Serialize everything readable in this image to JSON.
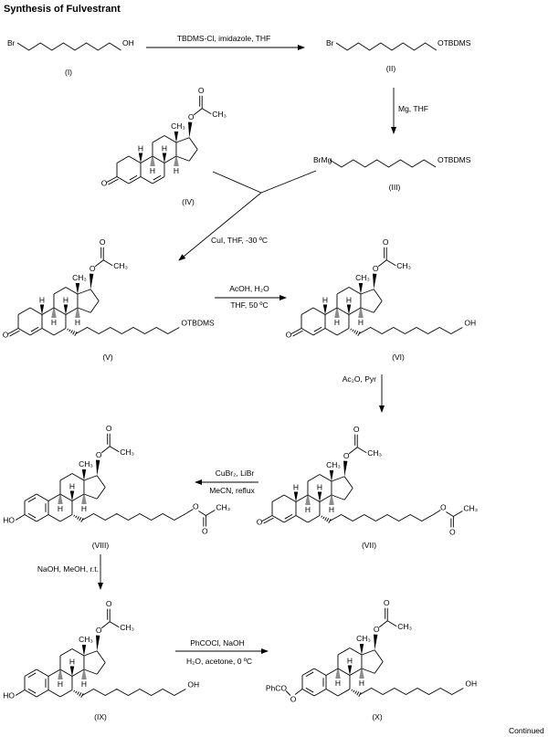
{
  "title": "Synthesis of Fulvestrant",
  "footer": "Continued",
  "atoms": {
    "H": "H",
    "CH3": "CH₃",
    "O": "O",
    "OH": "OH",
    "HO": "HO",
    "Br": "Br",
    "BrMg": "BrMg",
    "OTBDMS": "OTBDMS",
    "PhCO": "PhCO"
  },
  "compounds": {
    "I": "(I)",
    "II": "(II)",
    "III": "(III)",
    "IV": "(IV)",
    "V": "(V)",
    "VI": "(VI)",
    "VII": "(VII)",
    "VIII": "(VIII)",
    "IX": "(IX)",
    "X": "(X)"
  },
  "reagents": {
    "step1": "TBDMS-Cl, imidazole, THF",
    "step2": "Mg, THF",
    "step3": "CuI, THF, -30 ºC",
    "step4_top": "AcOH, H₂O",
    "step4_bottom": "THF, 50 ºC",
    "step5": "Ac₂O, Pyr",
    "step6_top": "CuBr₂, LiBr",
    "step6_bottom": "MeCN, reflux",
    "step7": "NaOH, MeOH, r.t.",
    "step8_top": "PhCOCl, NaOH",
    "step8_bottom": "H₂O, acetone, 0 ºC"
  }
}
